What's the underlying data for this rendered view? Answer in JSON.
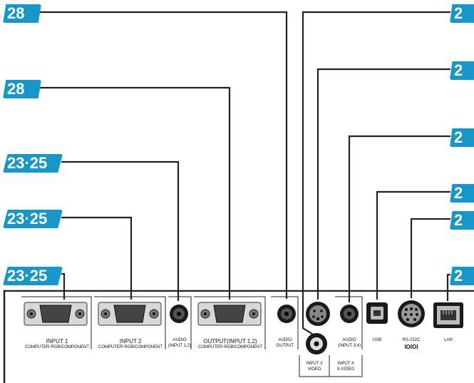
{
  "callouts": [
    {
      "text": "28"
    },
    {
      "text": "28"
    },
    {
      "text": "23·25"
    },
    {
      "text": "23·25"
    },
    {
      "text": "23·25"
    },
    {
      "text": "2"
    },
    {
      "text": "2"
    },
    {
      "text": "2"
    },
    {
      "text": "2"
    },
    {
      "text": "2"
    },
    {
      "text": "2"
    }
  ],
  "labels": {
    "input1": "INPUT 1",
    "input1_sub": "COMPUTER-RGB/COMPONENT",
    "input2": "INPUT 2",
    "input2_sub": "COMPUTER-RGB/COMPONENT",
    "audio12": "AUDIO",
    "audio12_sub": "(INPUT 1,2)",
    "output": "OUTPUT(INPUT 1,2)",
    "output_sub": "COMPUTER-RGB/COMPONENT",
    "audio_out": "AUDIO",
    "audio_out_sub": "OUTPUT",
    "input3": "INPUT 3",
    "input3_sub": "VIDEO",
    "input4": "INPUT 4",
    "input4_sub": "S-VIDEO",
    "audio34": "AUDIO",
    "audio34_sub": "(INPUT 3,4)",
    "usb": "USB",
    "rs232c": "RS-232C",
    "rs232c_sub": "IOIOI",
    "lan": "LAN"
  },
  "colors": {
    "badge": "#1797c9",
    "line": "#222222",
    "panel": "#f2f2f2",
    "connector": "#bcbcbc",
    "jack": "#1a1a1a"
  },
  "icons": [
    "vga-connector-icon",
    "audio-jack-icon",
    "svideo-connector-icon",
    "usb-connector-icon",
    "rs232c-connector-icon",
    "lan-connector-icon"
  ]
}
